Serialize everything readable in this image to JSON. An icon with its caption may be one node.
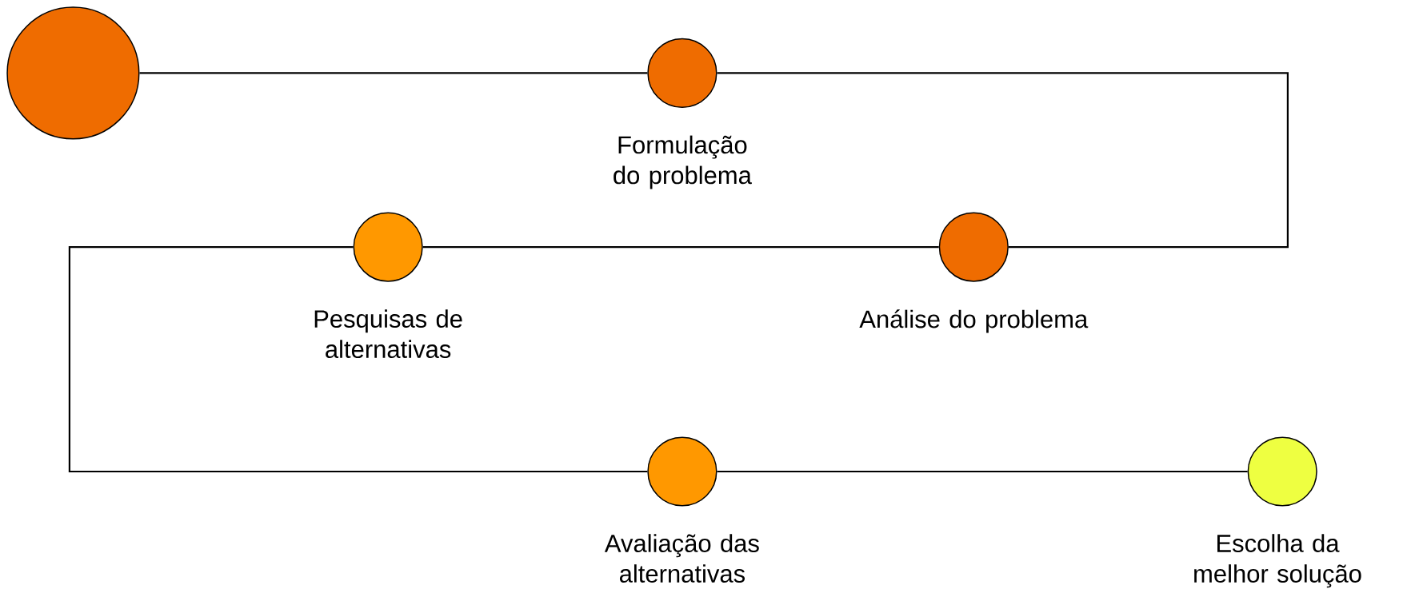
{
  "diagram": {
    "nodes": [
      {
        "text": [],
        "shape": "circle"
      },
      {
        "text": [
          "Formulação do problema"
        ]
      },
      {
        "text": [
          "Análise do problema"
        ]
      },
      {
        "text": [
          "Pesquisas de alternativas"
        ]
      },
      {
        "text": [
          "Avaliação das alternativas"
        ]
      },
      {
        "text": [
          "Escolha da melhor solução"
        ]
      }
    ],
    "edges": [
      {
        "from": 0,
        "to": 1,
        "arrow": "none"
      },
      {
        "from": 1,
        "to": 2,
        "arrow": "none"
      },
      {
        "from": 2,
        "to": 3,
        "arrow": "none"
      },
      {
        "from": 3,
        "to": 4,
        "arrow": "none"
      },
      {
        "from": 4,
        "to": 5,
        "arrow": "none"
      }
    ]
  }
}
